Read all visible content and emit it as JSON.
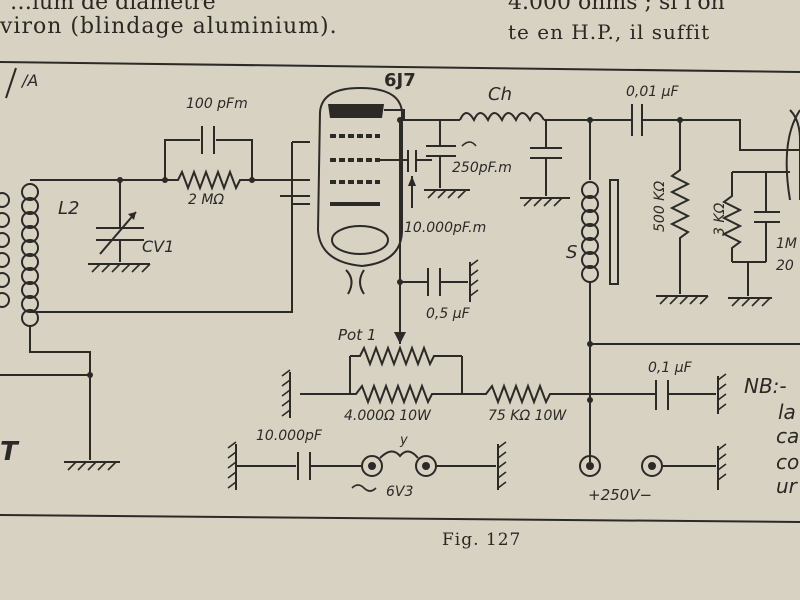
{
  "top_text": {
    "line1_left": "…ium de diamètre",
    "line2_left": "viron (blindage aluminium).",
    "line1_right": "4.000 ohms ; si l'on",
    "line2_right": "te en H.P., il suffit"
  },
  "caption": "Fig. 127",
  "nb_note": {
    "label": "NB:-",
    "lines": [
      "la",
      "ca",
      "co",
      "ur"
    ]
  },
  "schematic": {
    "tube": "6J7",
    "top_left_mark": "/A",
    "coil_left": "L2",
    "cv": "CV1",
    "grid_cap": "100 pFm",
    "grid_res": "2 MΩ",
    "choke": "Ch",
    "cap_250": "250pF.m",
    "cap_10000pfm": "10.000pF.m",
    "cap_05": "0,5 µF",
    "cap_001": "0,01 µF",
    "res_500k": "500 KΩ",
    "res_3k": "3 KΩ",
    "right_cut_1": "1M",
    "right_cut_2": "20",
    "coil_s": "S",
    "pot": "Pot 1",
    "res_4000": "4.000Ω 10W",
    "res_75k": "75 KΩ 10W",
    "cap_01": "0,1 µF",
    "cap_10000pf": "10.000pF",
    "heater_mark": "y",
    "heater_v": "6V3",
    "hv": "+250V−",
    "t_mark": "T"
  }
}
